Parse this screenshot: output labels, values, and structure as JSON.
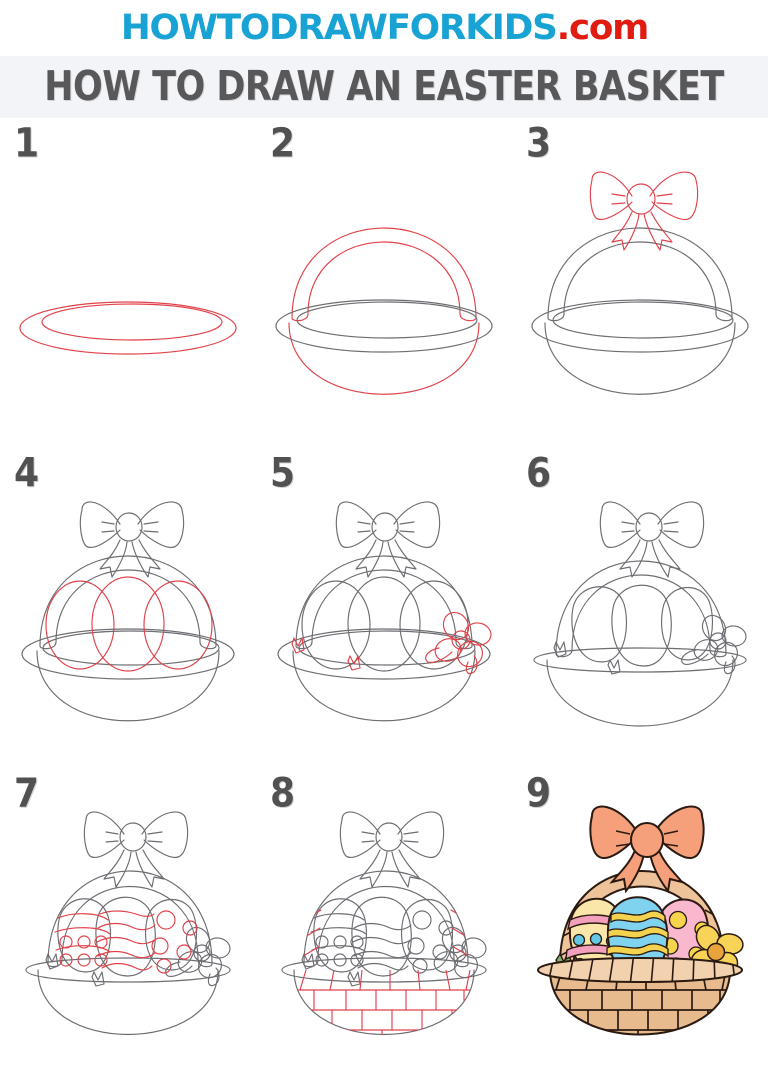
{
  "header": {
    "logo_part1": "HOWTODRAWFORKIDS",
    "logo_part2": ".com",
    "logo_color_1": "#19a3d4",
    "logo_color_2": "#e21b11",
    "title": "HOW TO DRAW AN EASTER BASKET",
    "title_color": "#58585a",
    "title_bar_bg": "#f3f4f8"
  },
  "tutorial": {
    "subject": "Easter Basket",
    "total_steps": 9,
    "new_stroke_color": "#e0424a",
    "existing_stroke_color": "#6d6d72",
    "final_outline_color": "#2a1a12",
    "steps": [
      {
        "number": "1",
        "instruction_visual": "Draw the elliptical rim of the basket as a flat double oval."
      },
      {
        "number": "2",
        "instruction_visual": "Add the rounded bowl body and the tall arched handle."
      },
      {
        "number": "3",
        "instruction_visual": "Draw a ribbon bow with two loops and two tails on top of the handle."
      },
      {
        "number": "4",
        "instruction_visual": "Sketch three overlapping egg shapes inside the basket."
      },
      {
        "number": "5",
        "instruction_visual": "Add a five petal flower on the right and small grass blades."
      },
      {
        "number": "6",
        "instruction_visual": "Erase the guide lines so only clean outlines remain."
      },
      {
        "number": "7",
        "instruction_visual": "Decorate the eggs with stripes, dots, wavy lines and circles."
      },
      {
        "number": "8",
        "instruction_visual": "Fill the basket and handle with the woven wicker pattern."
      },
      {
        "number": "9",
        "instruction_visual": "Color the drawing: tan basket, orange bow, pastel eggs and yellow flower."
      }
    ]
  },
  "palette": {
    "basket_tan": "#e8bb8e",
    "basket_tan_light": "#f2d2ae",
    "bow_orange": "#f5a07a",
    "egg_yellow": "#f9e6a8",
    "egg_blue": "#7fd3ee",
    "egg_pink": "#f9b8cd",
    "stripe_pink": "#f2a0bc",
    "dot_blue": "#62c8e6",
    "zigzag_yellow": "#f2d24f",
    "dot_yellow": "#f6d54e",
    "flower_yellow": "#f7d357",
    "flower_center": "#e8a33c",
    "leaf_green": "#77b36a",
    "white": "#ffffff"
  }
}
